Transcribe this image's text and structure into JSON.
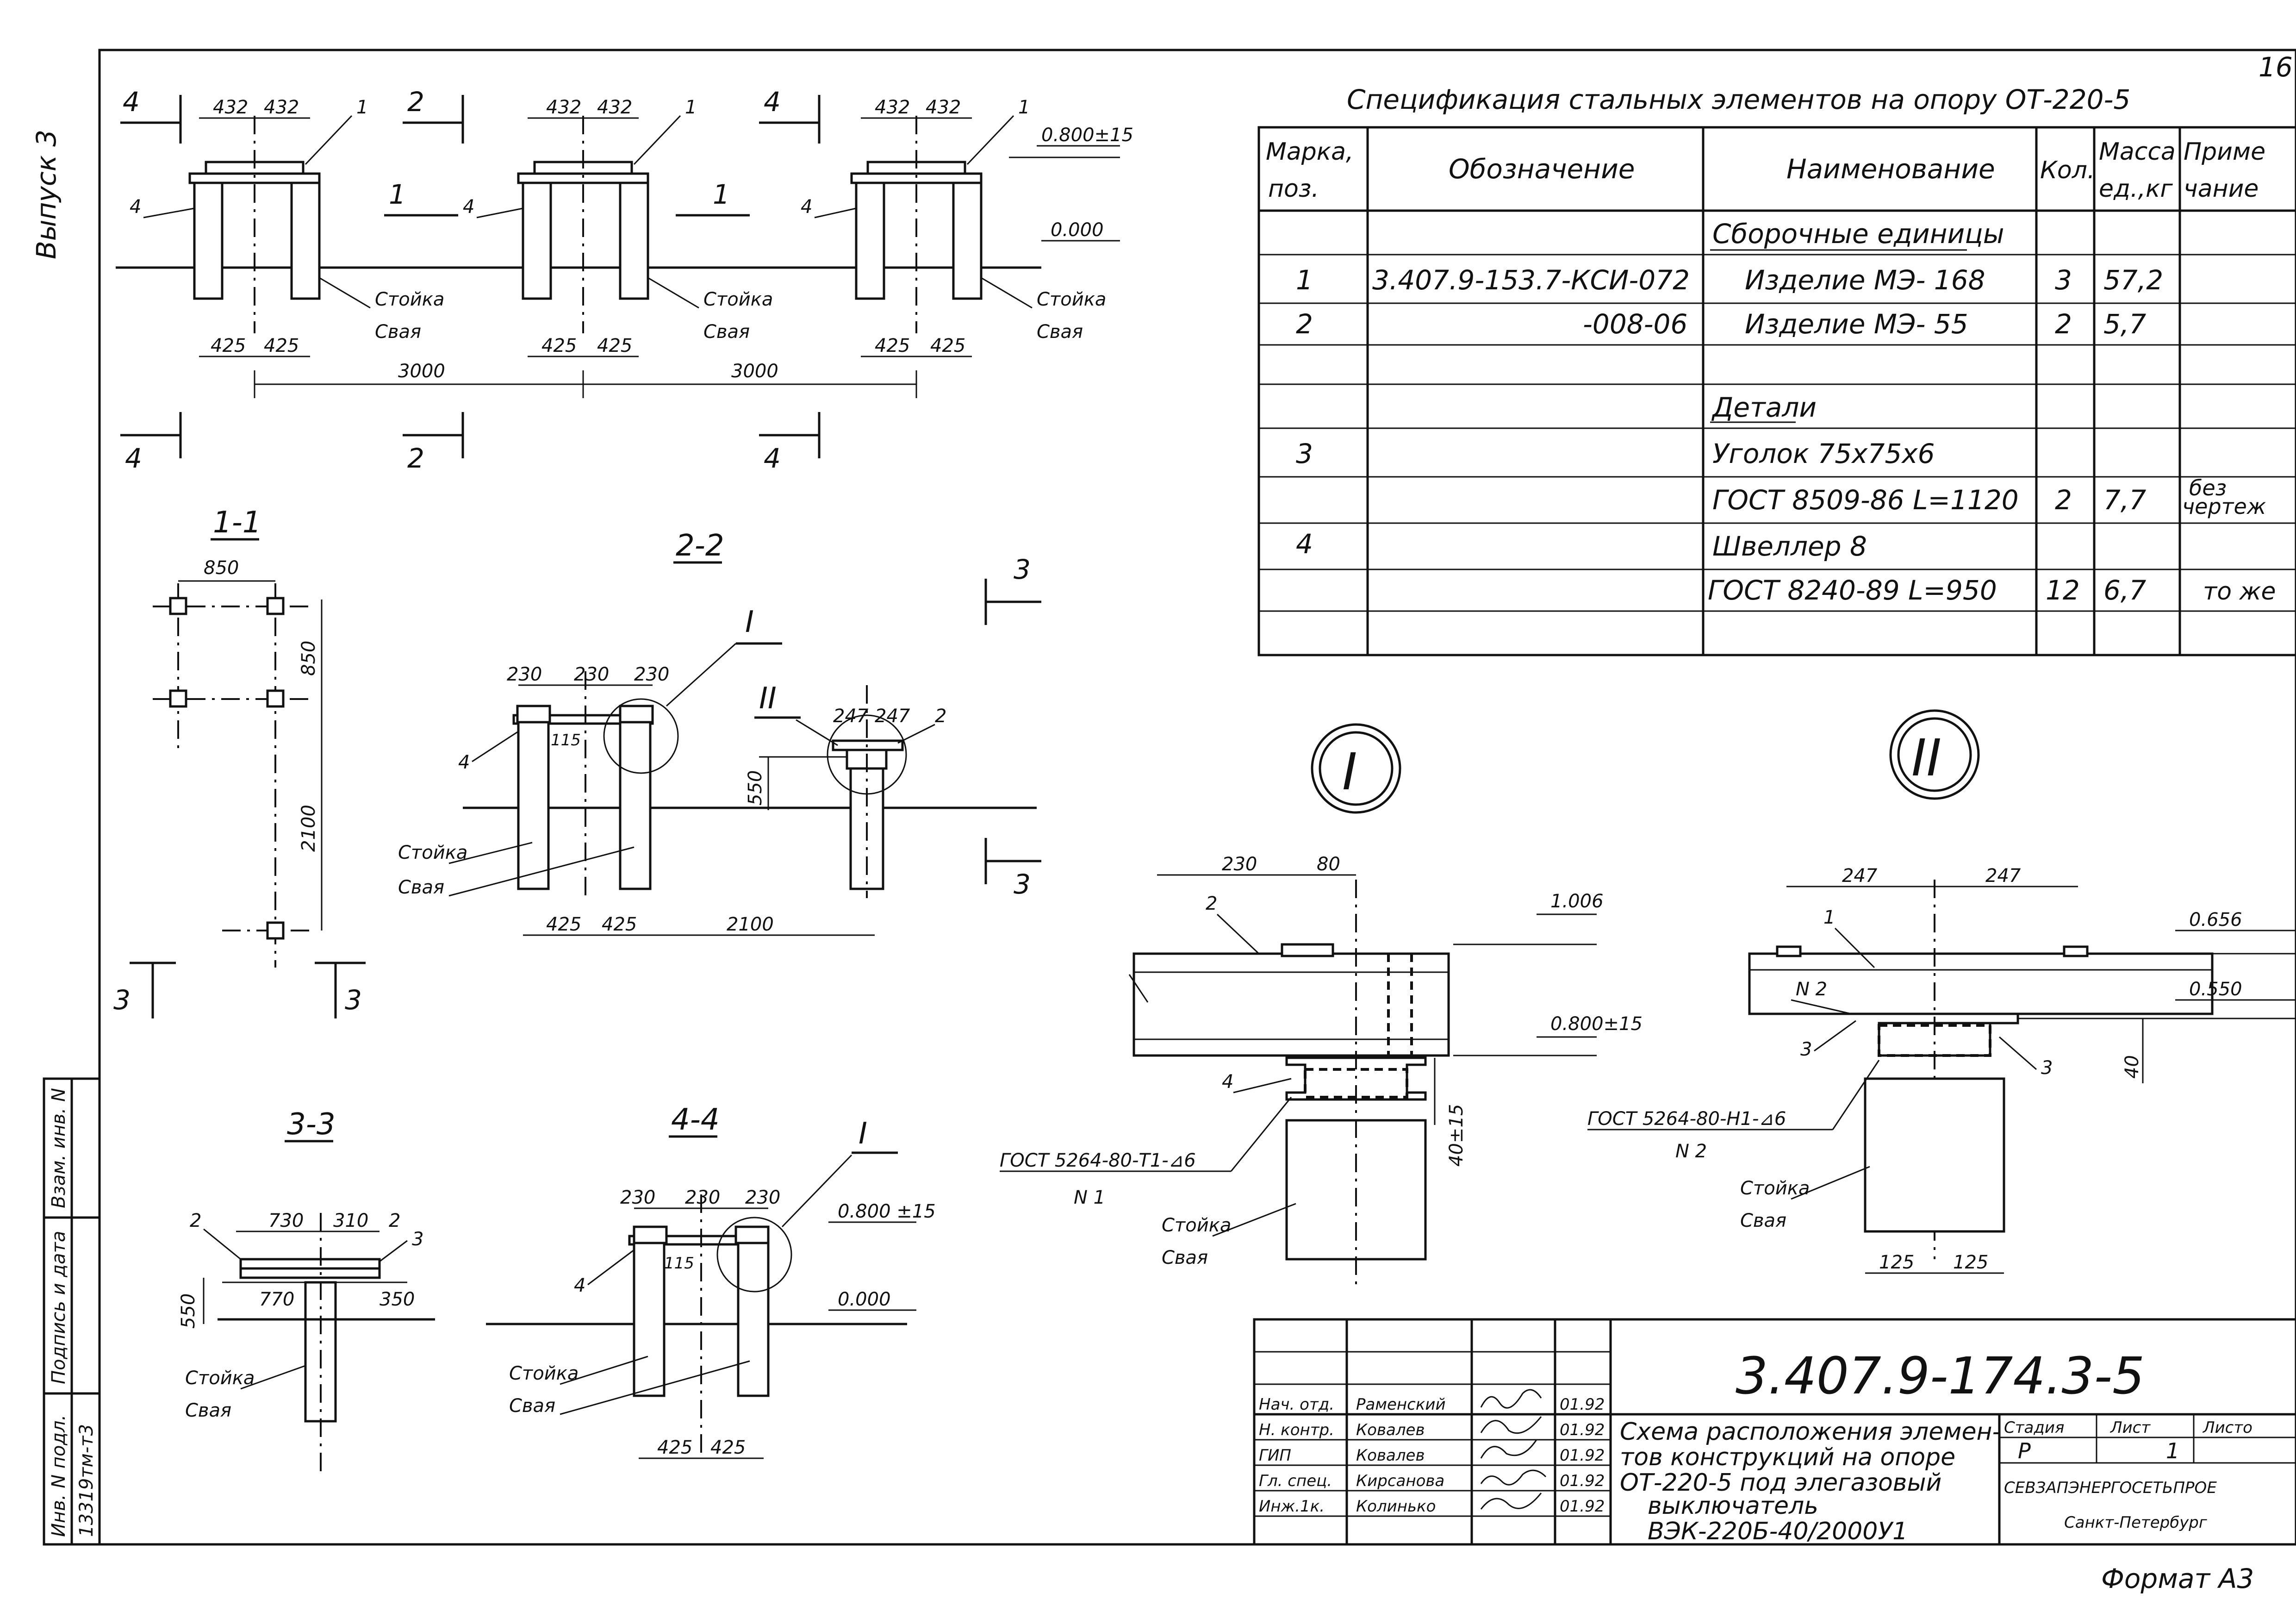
{
  "sheet": {
    "page_number": "16",
    "issue_label": "Выпуск 3",
    "format_label": "Формат А3"
  },
  "side_stamp": {
    "vzam": "Взам. инв. N",
    "podpis": "Подпись и дата",
    "inv_podl": "Инв. N подл.",
    "inv_value": "13319тм-т3"
  },
  "plan_view": {
    "dims": {
      "d432": "432",
      "d425": "425",
      "d3000": "3000"
    },
    "sections": {
      "s4": "4",
      "s2": "2",
      "s1": "1"
    },
    "marks": {
      "m1": "1",
      "m4": "4"
    },
    "elev_top": "0.800±15",
    "elev_ground": "0.000",
    "label_stoika": "Стойка",
    "label_svaya": "Свая"
  },
  "section_1_1": {
    "title": "1-1",
    "d850a": "850",
    "d850b": "850",
    "d2100": "2100",
    "cut": "3"
  },
  "section_2_2": {
    "title": "2-2",
    "d230": "230",
    "d115": "115",
    "d550": "550",
    "d425": "425",
    "d2100": "2100",
    "d247": "247",
    "m2": "2",
    "m4": "4",
    "node1": "I",
    "node2": "II",
    "cut": "3",
    "label_stoika": "Стойка",
    "label_svaya": "Свая"
  },
  "section_3_3": {
    "title": "3-3",
    "d730": "730",
    "d310": "310",
    "d770": "770",
    "d350": "350",
    "d550": "550",
    "m2": "2",
    "m3": "3",
    "label_stoika": "Стойка",
    "label_svaya": "Свая"
  },
  "section_4_4": {
    "title": "4-4",
    "d230": "230",
    "d115": "115",
    "d425": "425",
    "node1": "I",
    "elev_top": "0.800 ±15",
    "elev_ground": "0.000",
    "m4": "4",
    "label_stoika": "Стойка",
    "label_svaya": "Свая"
  },
  "node_I": {
    "label": "I",
    "d230": "230",
    "d80": "80",
    "m2": "2",
    "m4": "4",
    "elev_1006": "1.006",
    "elev_0800": "0.800±15",
    "d40": "40±15",
    "weld": "ГОСТ 5264-80-Т1-⊿6",
    "weld_no": "N 1",
    "label_stoika": "Стойка",
    "label_svaya": "Свая"
  },
  "node_II": {
    "label": "II",
    "d247": "247",
    "d125": "125",
    "m1": "1",
    "m3": "3",
    "n2": "N 2",
    "elev_656": "0.656",
    "elev_550": "0.550",
    "d40": "40",
    "weld": "ГОСТ 5264-80-Н1-⊿6",
    "weld_no": "N 2",
    "label_stoika": "Стойка",
    "label_svaya": "Свая"
  },
  "spec": {
    "title": "Спецификация стальных элементов на опору  ОТ-220-5",
    "headers": {
      "mark": "Марка,",
      "mark2": "поз.",
      "designation": "Обозначение",
      "name": "Наименование",
      "qty": "Кол.",
      "mass": "Масса",
      "mass2": "ед.,кг",
      "note": "Приме",
      "note2": "чание"
    },
    "rows": [
      {
        "mark": "",
        "designation": "",
        "name": "Сборочные единицы",
        "qty": "",
        "mass": "",
        "note": ""
      },
      {
        "mark": "1",
        "designation": "3.407.9-153.7-КСИ-072",
        "name": "Изделие МЭ- 168",
        "qty": "3",
        "mass": "57,2",
        "note": ""
      },
      {
        "mark": "2",
        "designation": "-008-06",
        "name": "Изделие МЭ-  55",
        "qty": "2",
        "mass": "5,7",
        "note": ""
      },
      {
        "mark": "",
        "designation": "",
        "name": "",
        "qty": "",
        "mass": "",
        "note": ""
      },
      {
        "mark": "",
        "designation": "",
        "name": "Детали",
        "qty": "",
        "mass": "",
        "note": ""
      },
      {
        "mark": "3",
        "designation": "",
        "name": "Уголок 75х75х6",
        "qty": "",
        "mass": "",
        "note": ""
      },
      {
        "mark": "",
        "designation": "",
        "name": "ГОСТ 8509-86 L=1120",
        "qty": "2",
        "mass": "7,7",
        "note": "без",
        "note2": "чертеж"
      },
      {
        "mark": "4",
        "designation": "",
        "name": "Швеллер 8",
        "qty": "",
        "mass": "",
        "note": ""
      },
      {
        "mark": "",
        "designation": "",
        "name": "ГОСТ 8240-89 L=950",
        "qty": "12",
        "mass": "6,7",
        "note": "то же"
      },
      {
        "mark": "",
        "designation": "",
        "name": "",
        "qty": "",
        "mass": "",
        "note": ""
      }
    ]
  },
  "title_block": {
    "code": "3.407.9-174.3-5",
    "people": [
      {
        "role": "Нач. отд.",
        "name": "Раменский",
        "date": "01.92"
      },
      {
        "role": "Н. контр.",
        "name": "Ковалев",
        "date": "01.92"
      },
      {
        "role": "ГИП",
        "name": "Ковалев",
        "date": "01.92"
      },
      {
        "role": "Гл. спец.",
        "name": "Кирсанова",
        "date": "01.92"
      },
      {
        "role": "Инж.1к.",
        "name": "Колинько",
        "date": "01.92"
      }
    ],
    "desc1": "Схема расположения элемен-",
    "desc2": "тов конструкций на опоре",
    "desc3": "ОТ-220-5 под элегазовый",
    "desc4": "выключатель",
    "desc5": "ВЭК-220Б-40/2000У1",
    "stage_label": "Стадия",
    "sheet_label": "Лист",
    "sheets_label": "Листо",
    "stage": "Р",
    "sheet_no": "1",
    "org": "СЕВЗАПЭНЕРГОСЕТЬПРОЕ",
    "city": "Санкт-Петербург"
  }
}
